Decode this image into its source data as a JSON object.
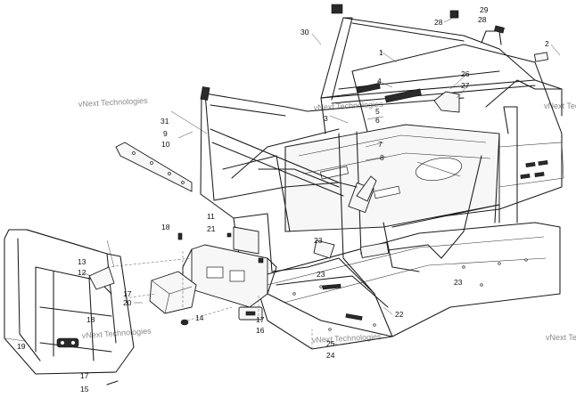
{
  "watermark": "vNext Technologies",
  "callouts": [
    "1",
    "2",
    "3",
    "4",
    "5",
    "6",
    "7",
    "8",
    "9",
    "10",
    "11",
    "12",
    "13",
    "14",
    "15",
    "16",
    "17",
    "17",
    "17",
    "18",
    "18",
    "19",
    "20",
    "21",
    "22",
    "23",
    "23",
    "23",
    "24",
    "25",
    "26",
    "27",
    "28",
    "28",
    "29",
    "30",
    "31"
  ]
}
